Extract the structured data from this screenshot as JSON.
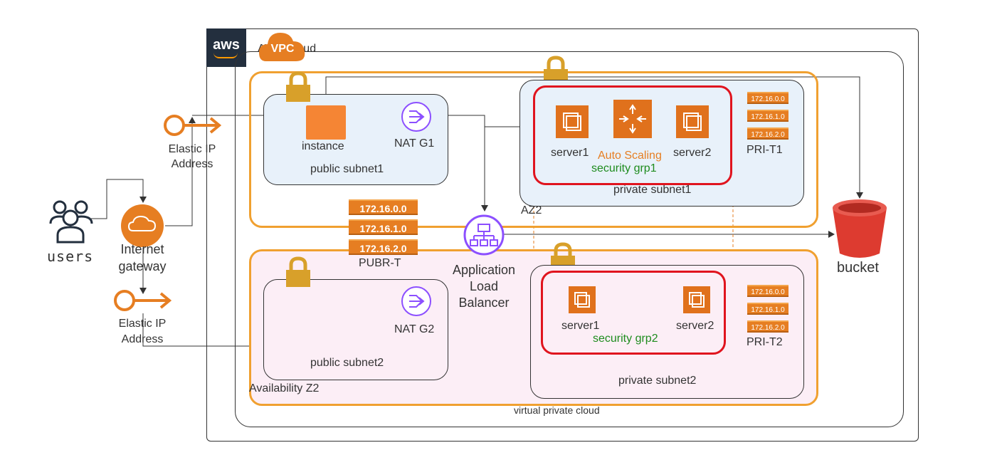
{
  "aws_cloud_label": "AWS Cloud",
  "vpc_badge": "VPC",
  "vpc_label": "virtual private cloud",
  "az1_label": "AZ2",
  "az2_label": "Availability Z2",
  "users_label": "users",
  "igw_label_line1": "Internet",
  "igw_label_line2": "gateway",
  "eip1_line1": "Elastic IP",
  "eip1_line2": "Address",
  "eip2_line1": "Elastic IP",
  "eip2_line2": "Address",
  "public_subnet1": {
    "label": "public subnet1",
    "instance_label": "instance",
    "nat_label": "NAT G1"
  },
  "public_subnet2": {
    "label": "public subnet2",
    "nat_label": "NAT G2"
  },
  "private_subnet1": {
    "label": "private subnet1",
    "server1": "server1",
    "server2": "server2",
    "sg_label": "security grp1",
    "asg_label": "Auto Scaling"
  },
  "private_subnet2": {
    "label": "private subnet2",
    "server1": "server1",
    "server2": "server2",
    "sg_label": "security grp2"
  },
  "alb_line1": "Application",
  "alb_line2": "Load",
  "alb_line3": "Balancer",
  "pubr_table": {
    "name": "PUBR-T",
    "cidrs": [
      "172.16.0.0",
      "172.16.1.0",
      "172.16.2.0"
    ]
  },
  "pri_t1": {
    "name": "PRI-T1",
    "cidrs": [
      "172.16.0.0",
      "172.16.1.0",
      "172.16.2.0"
    ]
  },
  "pri_t2": {
    "name": "PRI-T2",
    "cidrs": [
      "172.16.0.0",
      "172.16.1.0",
      "172.16.2.0"
    ]
  },
  "bucket_label": "bucket",
  "colors": {
    "orange": "#E67E22",
    "az_border": "#F0A030",
    "sg_red": "#E0141E",
    "green_text": "#1E8C1E",
    "purple": "#8C4FFF",
    "pink_fill": "#FCEEF6",
    "blue_fill": "#E8F1FA",
    "bucket_red": "#DD3B30"
  }
}
